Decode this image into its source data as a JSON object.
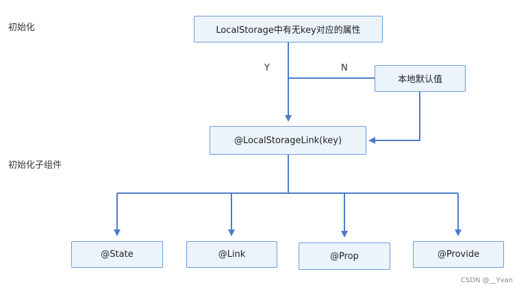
{
  "labels": {
    "init": "初始化",
    "init_child": "初始化子组件",
    "yes": "Y",
    "no": "N"
  },
  "nodes": {
    "check": "LocalStorage中有无key对应的属性",
    "default": "本地默认值",
    "link_decorator": "@LocalStorageLink(key)",
    "state": "@State",
    "link": "@Link",
    "prop": "@Prop",
    "provide": "@Provide"
  },
  "colors": {
    "box_fill": "#ebf3fb",
    "box_border": "#6a9bd6",
    "connector": "#4a7cc8"
  },
  "watermark": "CSDN @__Yvan"
}
